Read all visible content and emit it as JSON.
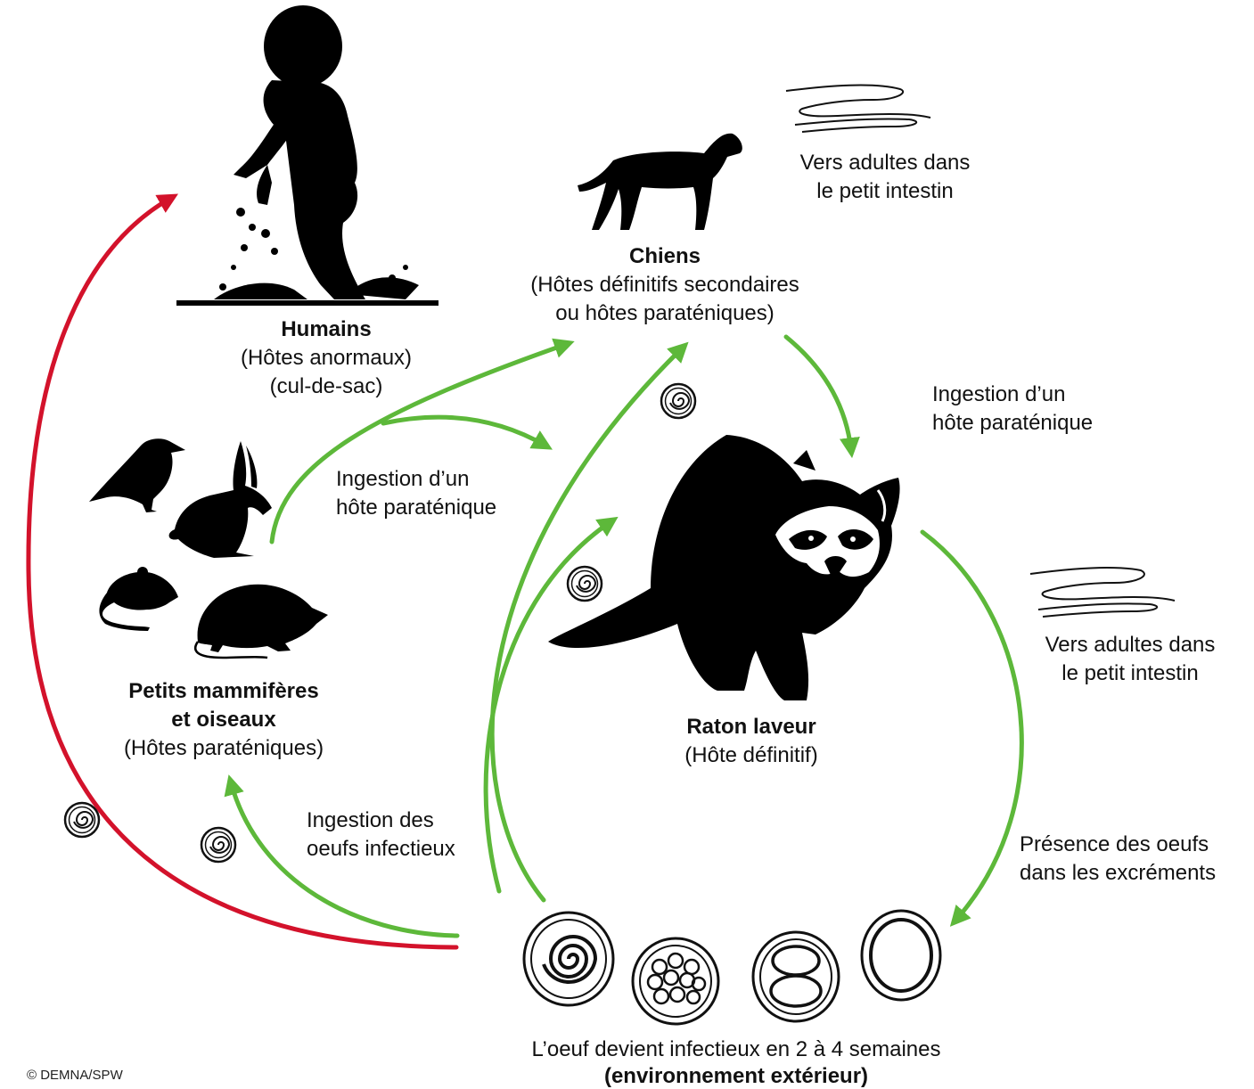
{
  "colors": {
    "ingestion_arrow": "#5db83a",
    "accidental_arrow": "#d3122b",
    "silhouette": "#000000"
  },
  "humans": {
    "title": "Humains",
    "role": "(Hôtes anormaux)",
    "note": "(cul-de-sac)"
  },
  "dogs": {
    "title": "Chiens",
    "role_line1": "(Hôtes définitifs secondaires",
    "role_line2": "ou hôtes paraténiques)",
    "worms_line1": "Vers adultes dans",
    "worms_line2": "le petit intestin"
  },
  "small_hosts": {
    "title_line1": "Petits mammifères",
    "title_line2": "et oiseaux",
    "role": "(Hôtes paraténiques)"
  },
  "raccoon": {
    "title": "Raton laveur",
    "role": "(Hôte définitif)",
    "worms_line1": "Vers adultes dans",
    "worms_line2": "le petit intestin"
  },
  "transitions": {
    "paratenic_ingestion_center_line1": "Ingestion d’un",
    "paratenic_ingestion_center_line2": "hôte paraténique",
    "paratenic_ingestion_right_line1": "Ingestion d’un",
    "paratenic_ingestion_right_line2": "hôte paraténique",
    "egg_ingestion_line1": "Ingestion des",
    "egg_ingestion_line2": "oeufs infectieux",
    "eggs_in_feces_line1": "Présence des oeufs",
    "eggs_in_feces_line2": "dans les excréments"
  },
  "eggs": {
    "caption_line1": "L’oeuf devient infectieux en 2 à 4 semaines",
    "caption_line2": "(environnement extérieur)"
  },
  "credit": "© DEMNA/SPW"
}
